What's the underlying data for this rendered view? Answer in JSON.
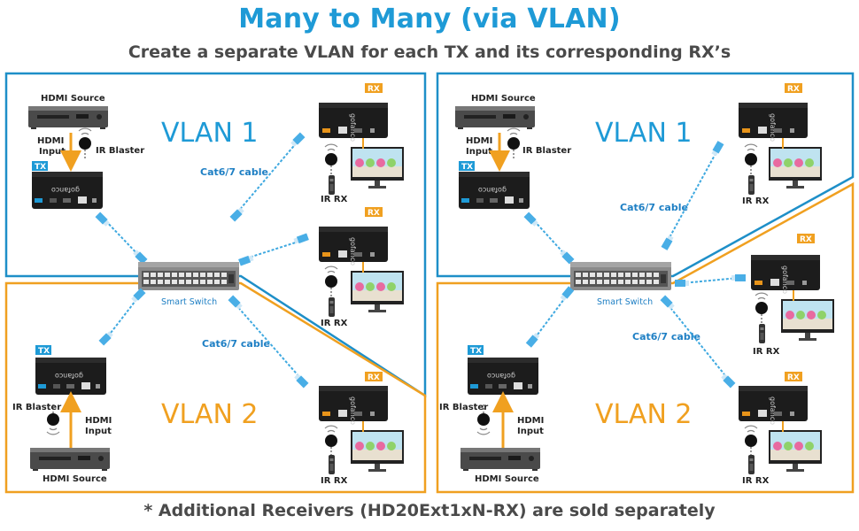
{
  "title": "Many to Many (via VLAN)",
  "subtitle": "Create a separate VLAN for each TX and its corresponding RX’s",
  "footer": "* Additional Receivers (HD20Ext1xN-RX) are sold separately",
  "labels": {
    "vlan1": "VLAN 1",
    "vlan2": "VLAN 2",
    "hdmi_source": "HDMI Source",
    "hdmi": "HDMI",
    "input": "Input",
    "ir_blaster": "IR Blaster",
    "ir_rx": "IR RX",
    "tx": "TX",
    "rx": "RX",
    "cable": "Cat6/7 cable",
    "smart_switch": "Smart Switch",
    "brand": "gofanco"
  },
  "colors": {
    "title": "#1e9ad6",
    "vlan1_border": "#1e8fc8",
    "vlan2_border": "#f0a020",
    "tx_tag": "#1e9ad6",
    "rx_tag": "#f0a020",
    "cable": "#3fa9e0"
  },
  "icons": [
    "hdmi-source-icon",
    "extender-icon",
    "ir-blaster-icon",
    "ir-receiver-icon",
    "monitor-icon",
    "switch-icon",
    "cable-icon",
    "arrow-up-icon",
    "arrow-down-icon"
  ]
}
